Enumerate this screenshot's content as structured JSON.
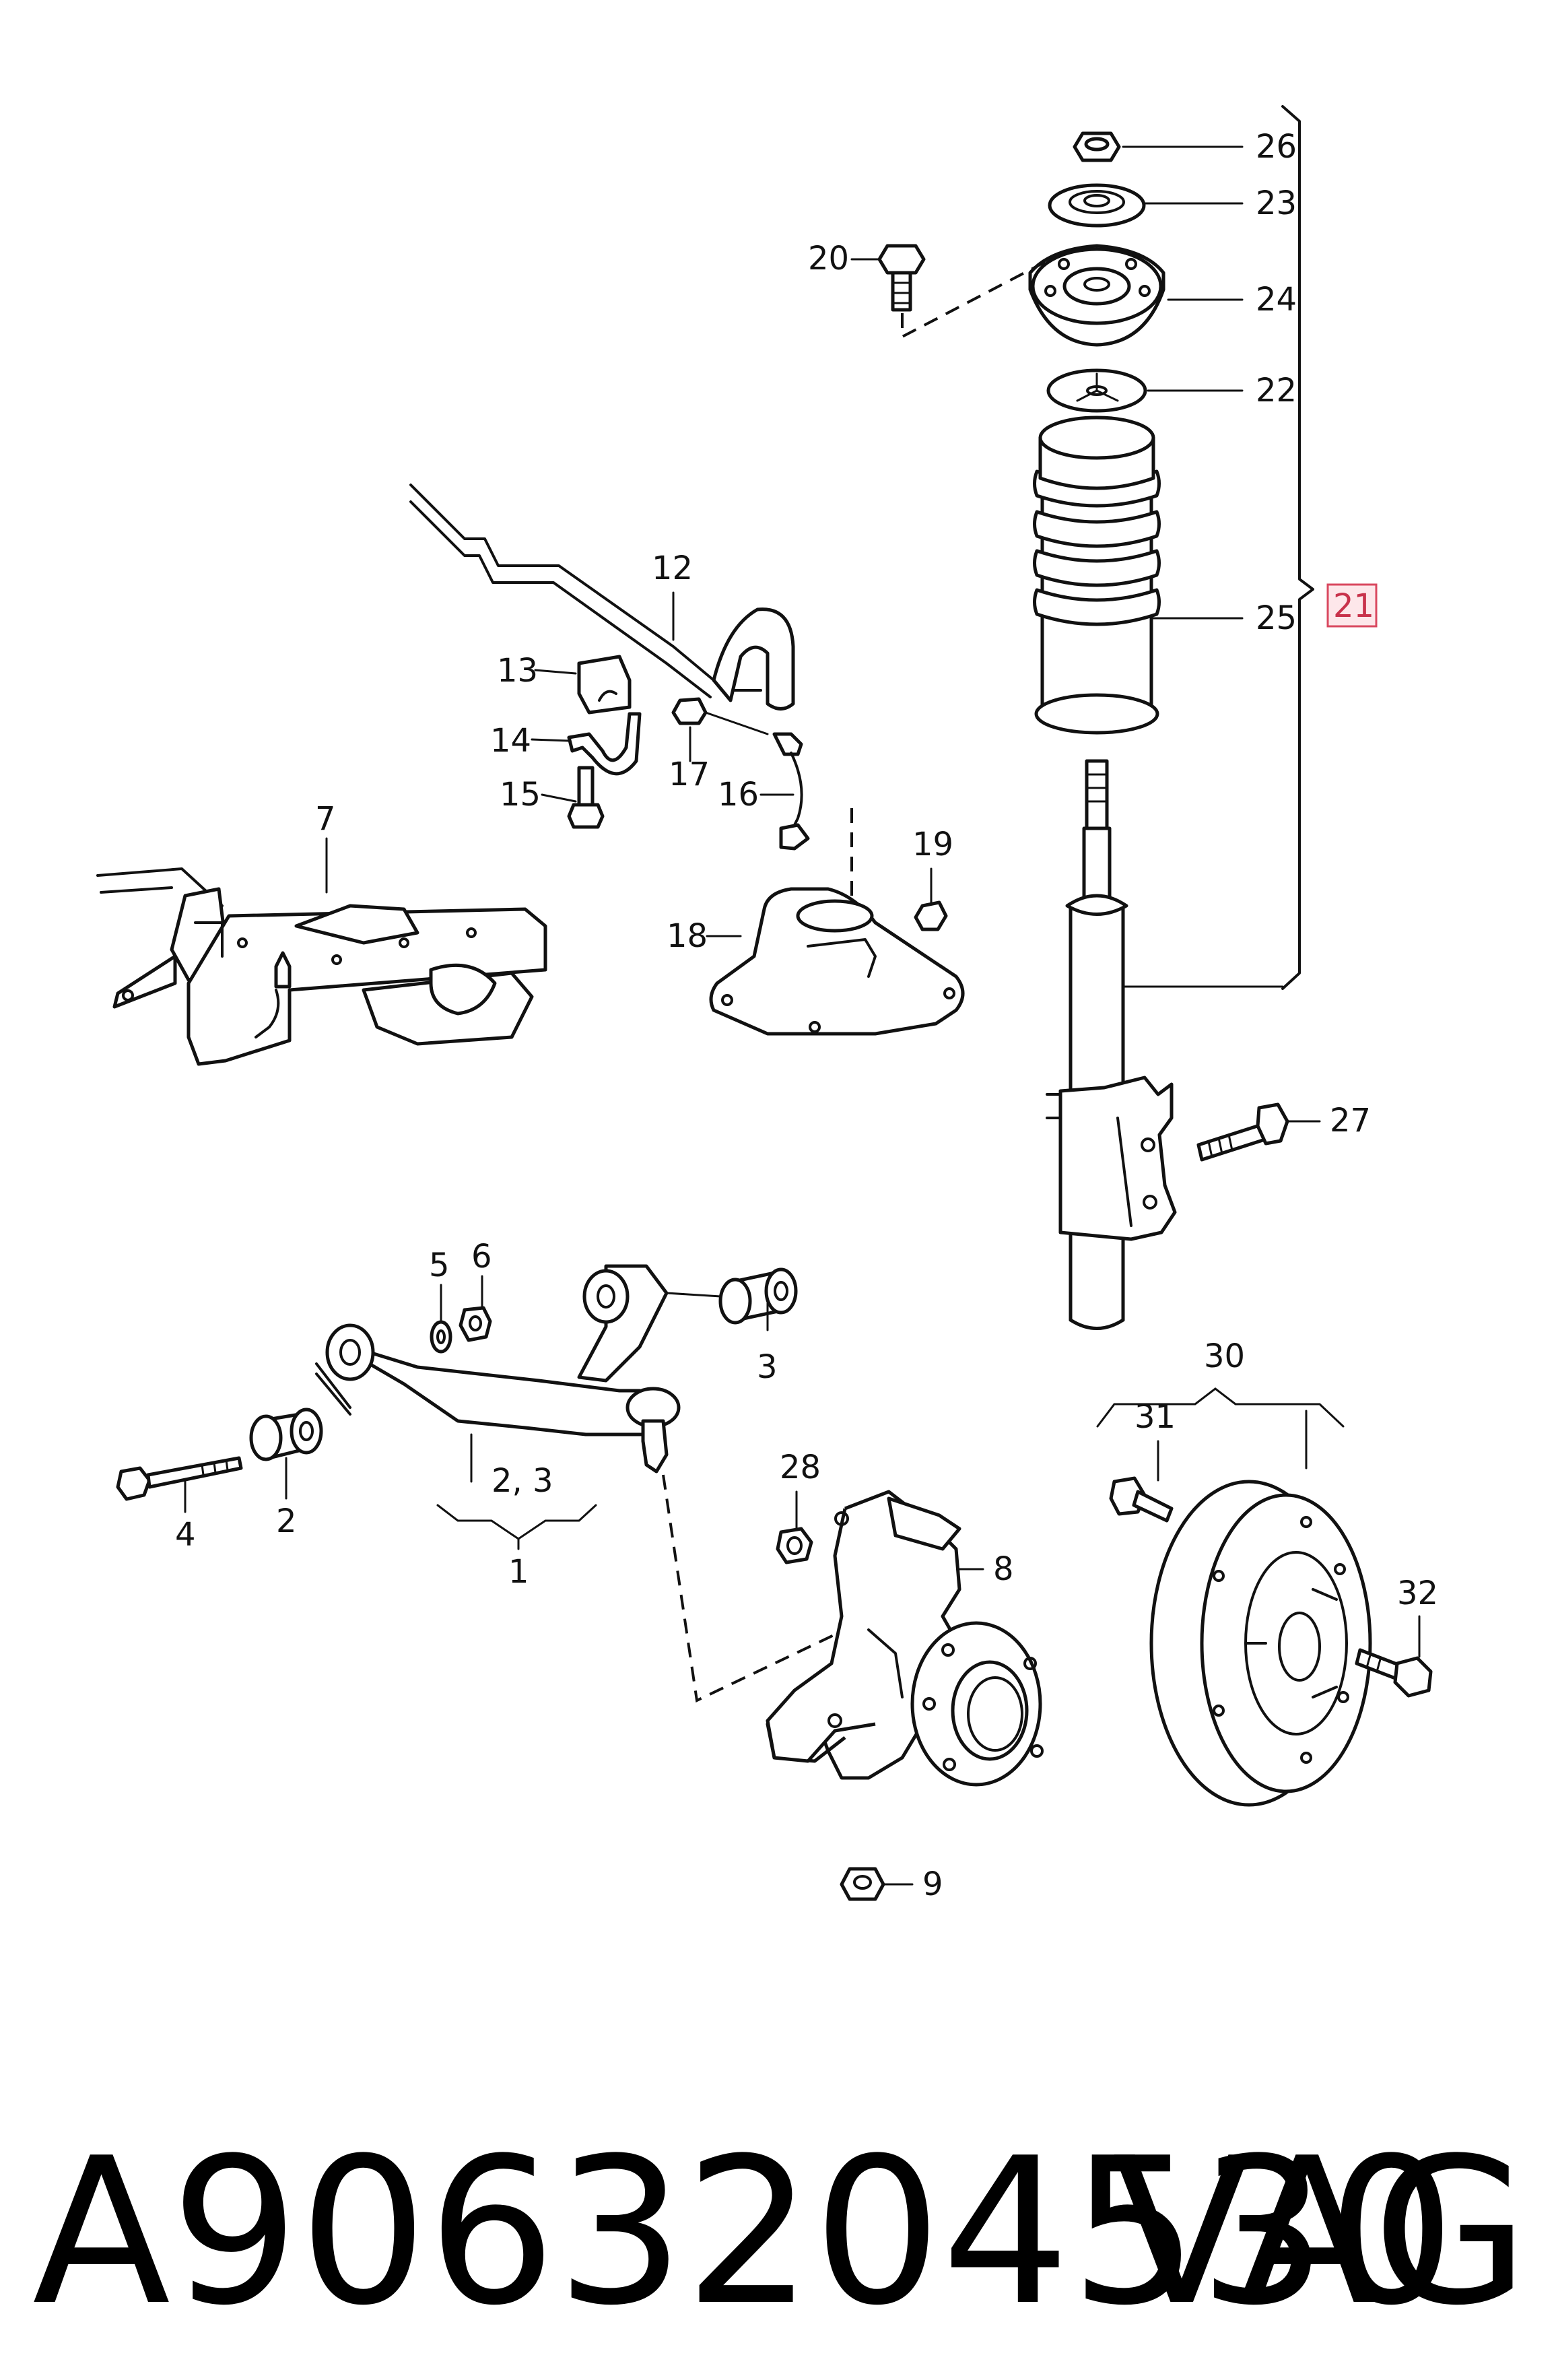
{
  "callouts": {
    "c1": "1",
    "c2a": "2",
    "c2_3": "2,  3",
    "c3": "3",
    "c4": "4",
    "c5": "5",
    "c6": "6",
    "c7": "7",
    "c8": "8",
    "c9": "9",
    "c12": "12",
    "c13": "13",
    "c14": "14",
    "c15": "15",
    "c16": "16",
    "c17": "17",
    "c18": "18",
    "c19": "19",
    "c20": "20",
    "c21": "21",
    "c22": "22",
    "c23": "23",
    "c24": "24",
    "c25": "25",
    "c26": "26",
    "c27": "27",
    "c28": "28",
    "c30": "30",
    "c31": "31",
    "c32": "32"
  },
  "highlight_color": "#d9485f",
  "caption": {
    "part_number": "A9063204530",
    "brand": "VAG"
  }
}
